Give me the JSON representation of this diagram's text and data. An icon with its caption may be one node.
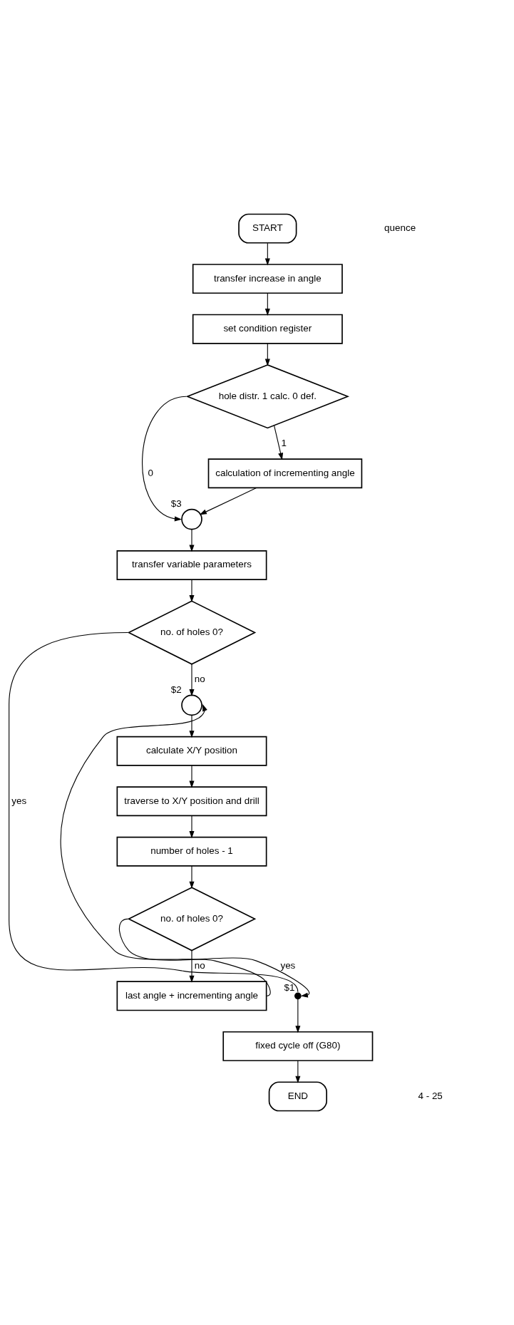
{
  "diagram": {
    "nodes": [
      {
        "text": [
          "START"
        ]
      },
      {
        "text": [
          "transfer increase in angle"
        ]
      },
      {
        "text": [
          "set condition register"
        ]
      },
      {
        "text": [
          "hole distr. 1 calc. 0 def."
        ]
      },
      {
        "text": [
          "calculation of incrementing angle"
        ]
      },
      {
        "text": [],
        "shape": "circle",
        "beside": [
          "$3"
        ]
      },
      {
        "text": [
          "transfer variable parameters"
        ]
      },
      {
        "text": [
          "no. of holes 0?"
        ]
      },
      {
        "text": [],
        "shape": "circle",
        "beside": [
          "$2"
        ]
      },
      {
        "text": [
          "calculate X/Y position"
        ]
      },
      {
        "text": [
          "traverse to X/Y position and drill"
        ]
      },
      {
        "text": [
          "number of holes - 1"
        ]
      },
      {
        "text": [
          "no. of holes 0?"
        ]
      },
      {
        "text": [
          "last angle + incrementing angle"
        ]
      },
      {
        "text": [],
        "shape": "dot",
        "beside": [
          "$1"
        ]
      },
      {
        "text": [
          "fixed cycle off (G80)"
        ]
      },
      {
        "text": [
          "END"
        ]
      }
    ],
    "edges": [
      {
        "from": 0,
        "to": 1,
        "arrow": "to"
      },
      {
        "from": 1,
        "to": 2,
        "arrow": "to"
      },
      {
        "from": 2,
        "to": 3,
        "arrow": "to"
      },
      {
        "from": 3,
        "to": 4,
        "arrow": "to",
        "label": "1"
      },
      {
        "from": 3,
        "to": 5,
        "arrow": "to",
        "label": "0"
      },
      {
        "from": 4,
        "to": 5,
        "arrow": "to"
      },
      {
        "from": 5,
        "to": 6,
        "arrow": "to"
      },
      {
        "from": 6,
        "to": 7,
        "arrow": "to"
      },
      {
        "from": 7,
        "to": 14,
        "arrow": "none",
        "label": "yes"
      },
      {
        "from": 7,
        "to": 8,
        "arrow": "to",
        "label": "no"
      },
      {
        "from": 8,
        "to": 9,
        "arrow": "to"
      },
      {
        "from": 9,
        "to": 10,
        "arrow": "to"
      },
      {
        "from": 10,
        "to": 11,
        "arrow": "to"
      },
      {
        "from": 11,
        "to": 12,
        "arrow": "to"
      },
      {
        "from": 12,
        "to": 14,
        "arrow": "to",
        "label": "yes"
      },
      {
        "from": 12,
        "to": 13,
        "arrow": "to",
        "label": "no"
      },
      {
        "from": 13,
        "to": 8,
        "arrow": "to"
      },
      {
        "from": 14,
        "to": 15,
        "arrow": "to"
      },
      {
        "from": 15,
        "to": 16,
        "arrow": "to"
      }
    ],
    "labels": [
      "quence",
      "4 - 25"
    ]
  }
}
